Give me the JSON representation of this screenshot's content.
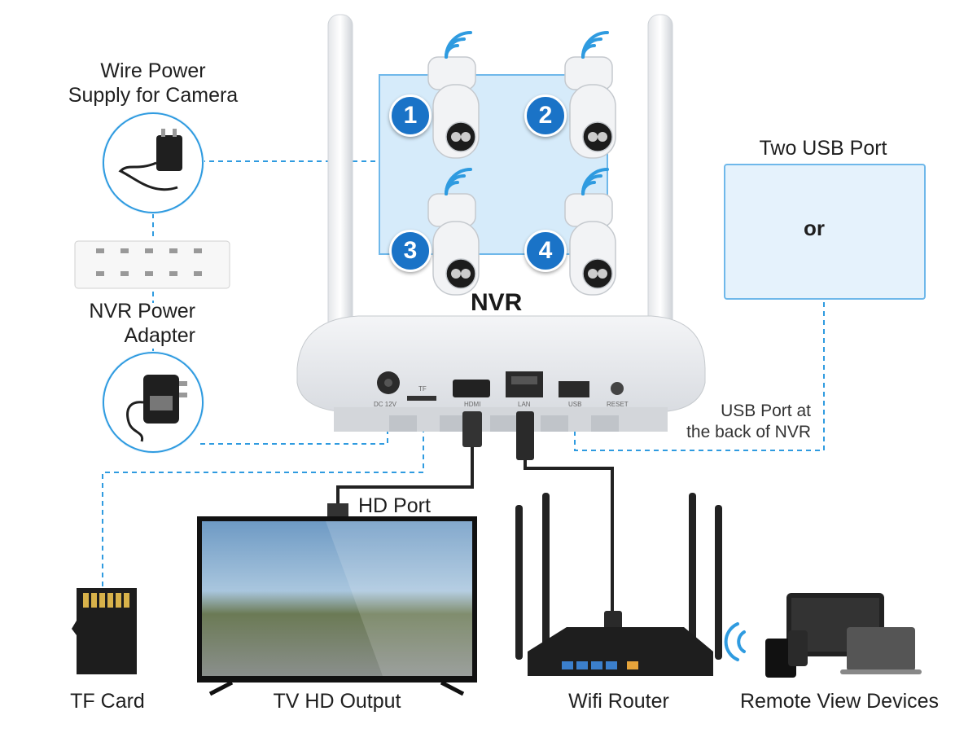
{
  "labels": {
    "wire_power": "Wire Power\nSupply for Camera",
    "nvr_power": "NVR Power\nAdapter",
    "nvr": "NVR",
    "two_usb": "Two USB Port",
    "or": "or",
    "usb_back": "USB Port at\nthe back of NVR",
    "hd_port": "HD Port",
    "tf_card": "TF Card",
    "tv_hd": "TV HD Output",
    "wifi_router": "Wifi Router",
    "remote": "Remote View Devices"
  },
  "cameras": [
    {
      "number": "1"
    },
    {
      "number": "2"
    },
    {
      "number": "3"
    },
    {
      "number": "4"
    }
  ],
  "nvr_ports": {
    "dc": "DC 12V",
    "tf": "TF",
    "hdmi": "HDMI",
    "lan": "LAN",
    "usb": "USB",
    "reset": "RESET"
  },
  "colors": {
    "accent": "#2f9be0",
    "badge": "#1a73c7",
    "panel": "#d6ebfa"
  }
}
